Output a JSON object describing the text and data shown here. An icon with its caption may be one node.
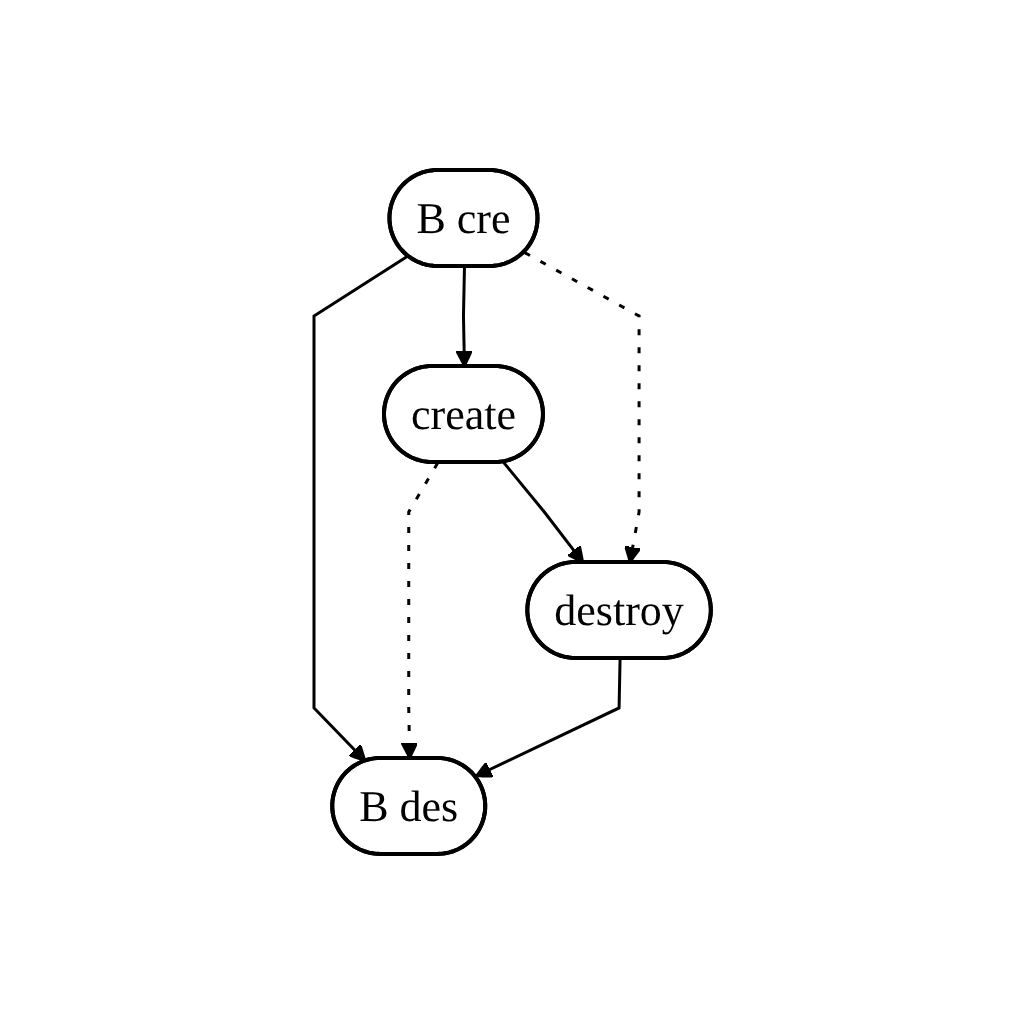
{
  "diagram": {
    "nodes": [
      {
        "text": [
          "create"
        ]
      },
      {
        "text": [
          "B cre"
        ]
      },
      {
        "text": [
          "destroy"
        ]
      },
      {
        "text": [
          "B des"
        ]
      }
    ],
    "edges": [
      {
        "from": 1,
        "to": 0,
        "arrow": "to"
      },
      {
        "from": 0,
        "to": 2,
        "arrow": "to"
      },
      {
        "from": 1,
        "to": 3,
        "arrow": "to"
      },
      {
        "from": 0,
        "to": 3,
        "arrow": "to",
        "style": "dashed"
      },
      {
        "from": 1,
        "to": 2,
        "arrow": "to",
        "style": "dashed"
      },
      {
        "from": 2,
        "to": 3,
        "arrow": "to"
      }
    ]
  }
}
